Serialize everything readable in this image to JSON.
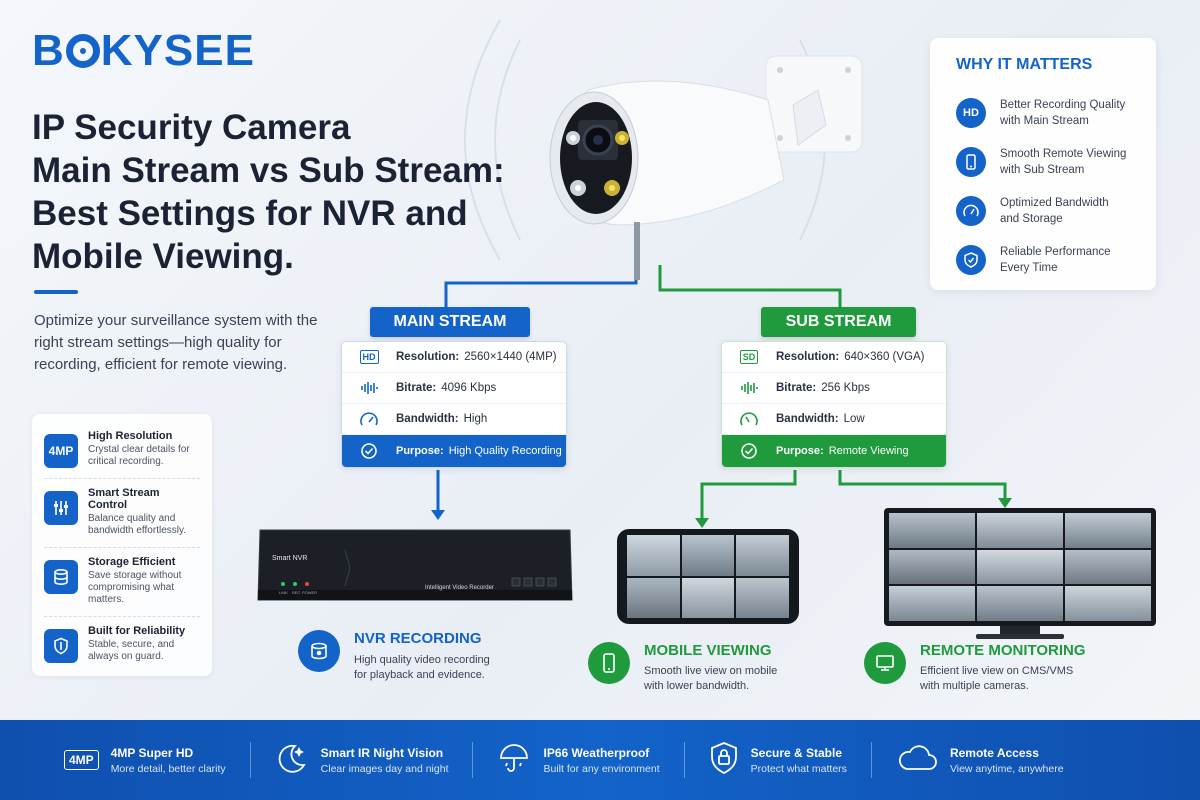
{
  "brand": {
    "logo_pre": "B",
    "logo_post": "KYSEE"
  },
  "headline": {
    "line1": "IP Security Camera",
    "line2": "Main Stream vs Sub Stream:",
    "line3": "Best Settings for NVR and",
    "line4": "Mobile Viewing."
  },
  "intro": "Optimize your surveillance system with the right stream settings—high quality for recording, efficient for remote viewing.",
  "features": [
    {
      "icon_text": "4MP",
      "icon": "4mp-badge-icon",
      "title": "High Resolution",
      "desc": "Crystal clear details for critical recording."
    },
    {
      "icon": "sliders-icon",
      "title": "Smart Stream Control",
      "desc": "Balance quality and bandwidth effortlessly."
    },
    {
      "icon": "database-icon",
      "title": "Storage Efficient",
      "desc": "Save storage without compromising what matters."
    },
    {
      "icon": "shield-icon",
      "title": "Built for Reliability",
      "desc": "Stable, secure, and always on guard."
    }
  ],
  "why": {
    "title": "WHY IT MATTERS",
    "items": [
      {
        "icon_text": "HD",
        "icon": "hd-icon",
        "text1": "Better Recording Quality",
        "text2": "with Main Stream"
      },
      {
        "icon": "smartphone-icon",
        "text1": "Smooth Remote Viewing",
        "text2": "with Sub Stream"
      },
      {
        "icon": "gauge-icon",
        "text1": "Optimized Bandwidth",
        "text2": "and Storage"
      },
      {
        "icon": "shield-check-icon",
        "text1": "Reliable Performance",
        "text2": "Every Time"
      }
    ]
  },
  "main_stream": {
    "title": "MAIN STREAM",
    "badge": "HD",
    "resolution_label": "Resolution:",
    "resolution": "2560×1440 (4MP)",
    "bitrate_label": "Bitrate:",
    "bitrate": "4096 Kbps",
    "bandwidth_label": "Bandwidth:",
    "bandwidth": "High",
    "purpose_label": "Purpose:",
    "purpose": "High Quality Recording",
    "color": "#1363c9"
  },
  "sub_stream": {
    "title": "SUB STREAM",
    "badge": "SD",
    "resolution_label": "Resolution:",
    "resolution": "640×360 (VGA)",
    "bitrate_label": "Bitrate:",
    "bitrate": "256 Kbps",
    "bandwidth_label": "Bandwidth:",
    "bandwidth": "Low",
    "purpose_label": "Purpose:",
    "purpose": "Remote Viewing",
    "color": "#1f9a3c"
  },
  "nvr_device": {
    "brand_label": "Smart NVR",
    "device_label": "Intelligent Video Recorder",
    "led_labels": [
      "LINK",
      "REC",
      "POWER"
    ]
  },
  "captions": {
    "nvr": {
      "icon": "nvr-disk-icon",
      "title": "NVR RECORDING",
      "desc1": "High quality video recording",
      "desc2": "for playback and evidence."
    },
    "mobile": {
      "icon": "smartphone-icon",
      "title": "MOBILE VIEWING",
      "desc1": "Smooth live view on mobile",
      "desc2": "with lower bandwidth."
    },
    "remote": {
      "icon": "monitor-icon",
      "title": "REMOTE MONITORING",
      "desc1": "Efficient live view on CMS/VMS",
      "desc2": "with multiple cameras."
    }
  },
  "footer": [
    {
      "badge": "4MP",
      "icon": "4mp-badge-icon",
      "title": "4MP Super HD",
      "desc": "More detail, better clarity"
    },
    {
      "icon": "moon-stars-icon",
      "title": "Smart IR Night Vision",
      "desc": "Clear images day and night"
    },
    {
      "icon": "umbrella-icon",
      "title": "IP66 Weatherproof",
      "desc": "Built for any environment"
    },
    {
      "icon": "lock-shield-icon",
      "title": "Secure & Stable",
      "desc": "Protect what matters"
    },
    {
      "icon": "cloud-icon",
      "title": "Remote Access",
      "desc": "View anytime, anywhere"
    }
  ]
}
